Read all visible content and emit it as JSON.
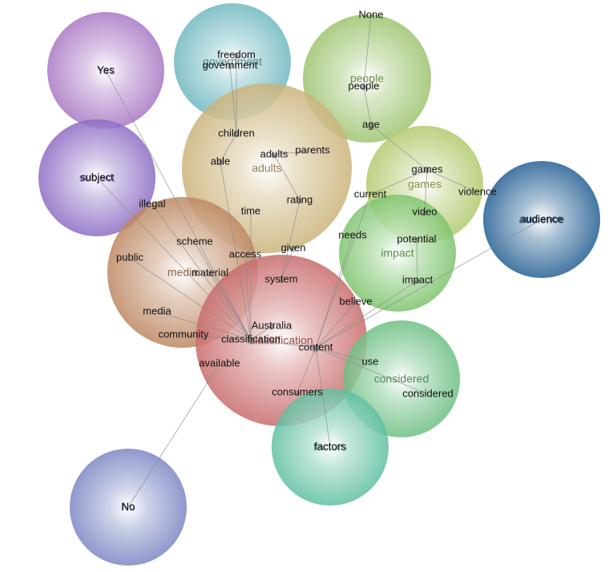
{
  "clusters": [
    {
      "id": "yes",
      "label": "Yes",
      "color": "#a977c4"
    },
    {
      "id": "government",
      "label": "government",
      "color": "#6fb8c0"
    },
    {
      "id": "people",
      "label": "people",
      "color": "#9cc46e"
    },
    {
      "id": "subject",
      "label": "subject",
      "color": "#8c6cc4"
    },
    {
      "id": "adults",
      "label": "adults",
      "color": "#cbb37a"
    },
    {
      "id": "games",
      "label": "games",
      "color": "#b2c96c"
    },
    {
      "id": "audience",
      "label": "audience",
      "color": "#245f93"
    },
    {
      "id": "impact",
      "label": "impact",
      "color": "#7cc46c"
    },
    {
      "id": "media",
      "label": "media",
      "color": "#bd8762"
    },
    {
      "id": "classification",
      "label": "classification",
      "color": "#c96b6b"
    },
    {
      "id": "considered",
      "label": "considered",
      "color": "#6cbf82"
    },
    {
      "id": "factors",
      "label": "factors",
      "color": "#5fbfa1"
    },
    {
      "id": "no",
      "label": "No",
      "color": "#7c86c4"
    }
  ],
  "terms": [
    {
      "id": "none",
      "label": "None"
    },
    {
      "id": "freedom",
      "label": "freedom"
    },
    {
      "id": "government",
      "label": "government"
    },
    {
      "id": "people",
      "label": "people"
    },
    {
      "id": "age",
      "label": "age"
    },
    {
      "id": "children",
      "label": "children"
    },
    {
      "id": "adults",
      "label": "adults"
    },
    {
      "id": "parents",
      "label": "parents"
    },
    {
      "id": "able",
      "label": "able"
    },
    {
      "id": "subject",
      "label": "subject"
    },
    {
      "id": "games",
      "label": "games"
    },
    {
      "id": "current",
      "label": "current"
    },
    {
      "id": "violence",
      "label": "violence"
    },
    {
      "id": "illegal",
      "label": "illegal"
    },
    {
      "id": "rating",
      "label": "rating"
    },
    {
      "id": "time",
      "label": "time"
    },
    {
      "id": "video",
      "label": "video"
    },
    {
      "id": "audience",
      "label": "audience"
    },
    {
      "id": "needs",
      "label": "needs"
    },
    {
      "id": "potential",
      "label": "potential"
    },
    {
      "id": "scheme",
      "label": "scheme"
    },
    {
      "id": "given",
      "label": "given"
    },
    {
      "id": "access",
      "label": "access"
    },
    {
      "id": "public",
      "label": "public"
    },
    {
      "id": "material",
      "label": "material"
    },
    {
      "id": "system",
      "label": "system"
    },
    {
      "id": "impact",
      "label": "impact"
    },
    {
      "id": "believe",
      "label": "believe"
    },
    {
      "id": "media",
      "label": "media"
    },
    {
      "id": "australia",
      "label": "Australia"
    },
    {
      "id": "community",
      "label": "community"
    },
    {
      "id": "classification",
      "label": "classification"
    },
    {
      "id": "content",
      "label": "content"
    },
    {
      "id": "available",
      "label": "available"
    },
    {
      "id": "use",
      "label": "use"
    },
    {
      "id": "consumers",
      "label": "consumers"
    },
    {
      "id": "considered",
      "label": "considered"
    },
    {
      "id": "factors",
      "label": "factors"
    },
    {
      "id": "no",
      "label": "No"
    },
    {
      "id": "yes",
      "label": "Yes"
    }
  ]
}
